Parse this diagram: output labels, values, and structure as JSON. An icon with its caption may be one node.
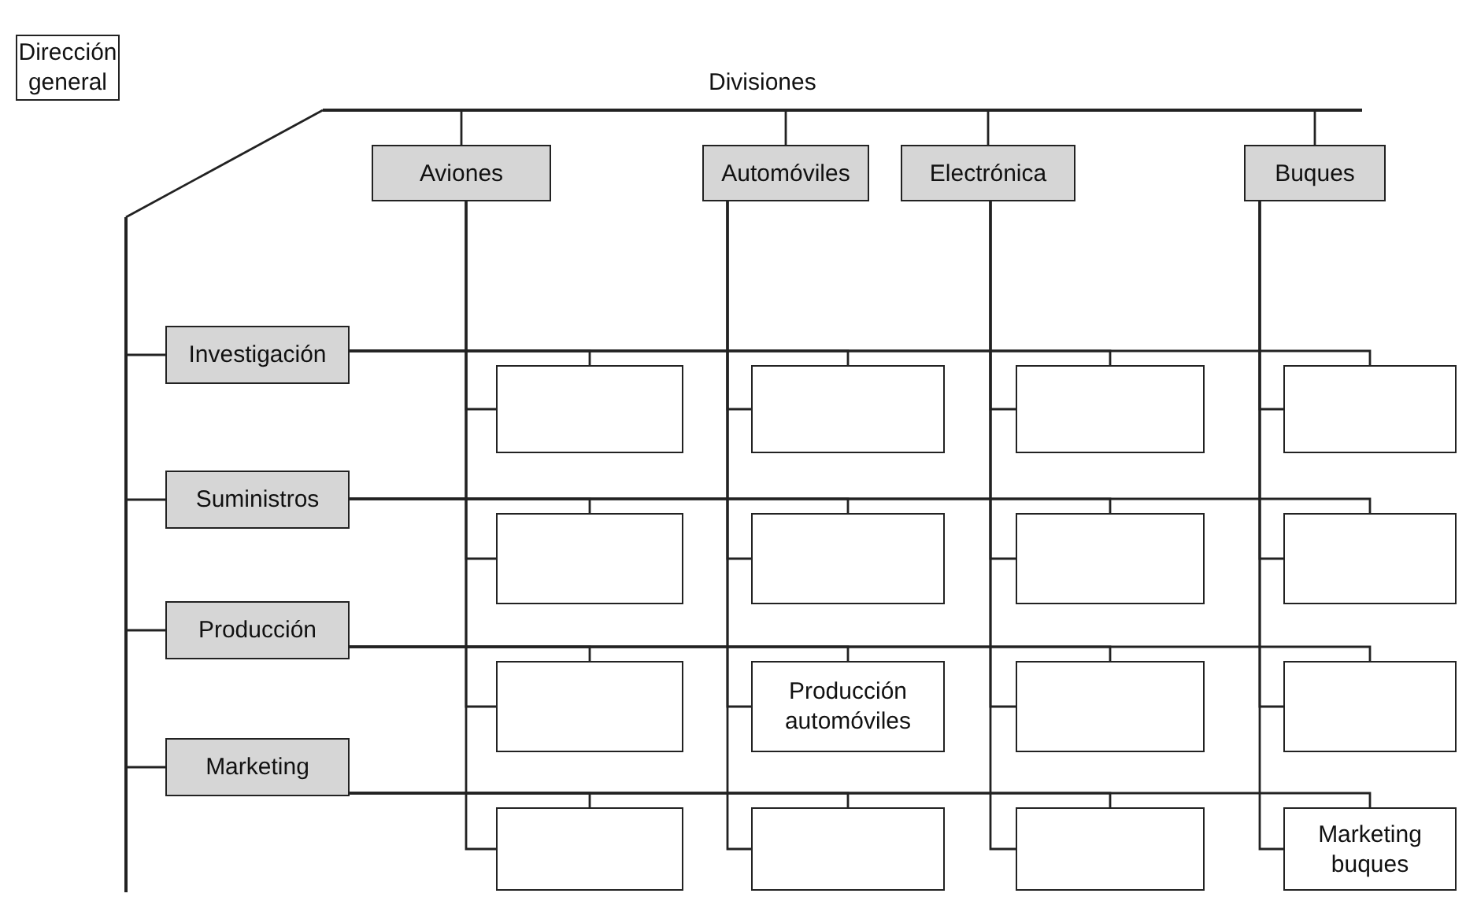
{
  "diagram": {
    "nodes": [
      {
        "text": [
          "Dirección general"
        ]
      },
      {
        "text": [
          "Aviones"
        ]
      },
      {
        "text": [
          "Automóviles"
        ]
      },
      {
        "text": [
          "Electrónica"
        ]
      },
      {
        "text": [
          "Buques"
        ]
      },
      {
        "text": [
          "Investigación"
        ]
      },
      {
        "text": [
          "Suministros"
        ]
      },
      {
        "text": [
          "Producción"
        ]
      },
      {
        "text": [
          "Marketing"
        ]
      },
      {
        "text": [],
        "shape": "box"
      },
      {
        "text": [],
        "shape": "box"
      },
      {
        "text": [],
        "shape": "box"
      },
      {
        "text": [],
        "shape": "box"
      },
      {
        "text": [],
        "shape": "box"
      },
      {
        "text": [],
        "shape": "box"
      },
      {
        "text": [],
        "shape": "box"
      },
      {
        "text": [],
        "shape": "box"
      },
      {
        "text": [],
        "shape": "box"
      },
      {
        "text": [
          "Producción automóviles"
        ]
      },
      {
        "text": [],
        "shape": "box"
      },
      {
        "text": [],
        "shape": "box"
      },
      {
        "text": [],
        "shape": "box"
      },
      {
        "text": [],
        "shape": "box"
      },
      {
        "text": [],
        "shape": "box"
      },
      {
        "text": [
          "Marketing buques"
        ]
      },
      {
        "text": [],
        "shape": "bar"
      },
      {
        "text": [],
        "shape": "bar"
      }
    ],
    "edges": [
      {
        "from": 1,
        "to": 9,
        "arrow": "none"
      },
      {
        "from": 1,
        "to": 13,
        "arrow": "none"
      },
      {
        "from": 1,
        "to": 17,
        "arrow": "none"
      },
      {
        "from": 1,
        "to": 21,
        "arrow": "none"
      },
      {
        "from": 2,
        "to": 10,
        "arrow": "none"
      },
      {
        "from": 2,
        "to": 14,
        "arrow": "none"
      },
      {
        "from": 2,
        "to": 18,
        "arrow": "none"
      },
      {
        "from": 2,
        "to": 22,
        "arrow": "none"
      },
      {
        "from": 3,
        "to": 11,
        "arrow": "none"
      },
      {
        "from": 3,
        "to": 15,
        "arrow": "none"
      },
      {
        "from": 3,
        "to": 19,
        "arrow": "none"
      },
      {
        "from": 3,
        "to": 23,
        "arrow": "none"
      },
      {
        "from": 4,
        "to": 12,
        "arrow": "none"
      },
      {
        "from": 4,
        "to": 16,
        "arrow": "none"
      },
      {
        "from": 4,
        "to": 20,
        "arrow": "none"
      },
      {
        "from": 4,
        "to": 24,
        "arrow": "none"
      },
      {
        "from": 5,
        "to": 9,
        "arrow": "none"
      },
      {
        "from": 5,
        "to": 10,
        "arrow": "none"
      },
      {
        "from": 5,
        "to": 11,
        "arrow": "none"
      },
      {
        "from": 5,
        "to": 12,
        "arrow": "none"
      },
      {
        "from": 6,
        "to": 13,
        "arrow": "none"
      },
      {
        "from": 6,
        "to": 14,
        "arrow": "none"
      },
      {
        "from": 6,
        "to": 15,
        "arrow": "none"
      },
      {
        "from": 6,
        "to": 16,
        "arrow": "none"
      },
      {
        "from": 7,
        "to": 17,
        "arrow": "none"
      },
      {
        "from": 7,
        "to": 18,
        "arrow": "none"
      },
      {
        "from": 7,
        "to": 19,
        "arrow": "none"
      },
      {
        "from": 7,
        "to": 20,
        "arrow": "none"
      },
      {
        "from": 8,
        "to": 21,
        "arrow": "none"
      },
      {
        "from": 8,
        "to": 22,
        "arrow": "none"
      },
      {
        "from": 8,
        "to": 23,
        "arrow": "none"
      },
      {
        "from": 8,
        "to": 24,
        "arrow": "none"
      },
      {
        "from": 25,
        "to": 1,
        "arrow": "none"
      },
      {
        "from": 25,
        "to": 2,
        "arrow": "none"
      },
      {
        "from": 25,
        "to": 3,
        "arrow": "none"
      },
      {
        "from": 25,
        "to": 4,
        "arrow": "none"
      },
      {
        "from": 25,
        "to": 26,
        "arrow": "none"
      },
      {
        "from": 26,
        "to": 5,
        "arrow": "none"
      },
      {
        "from": 26,
        "to": 6,
        "arrow": "none"
      },
      {
        "from": 26,
        "to": 7,
        "arrow": "none"
      },
      {
        "from": 26,
        "to": 8,
        "arrow": "none"
      }
    ],
    "labels": [
      "Divisiones"
    ]
  }
}
